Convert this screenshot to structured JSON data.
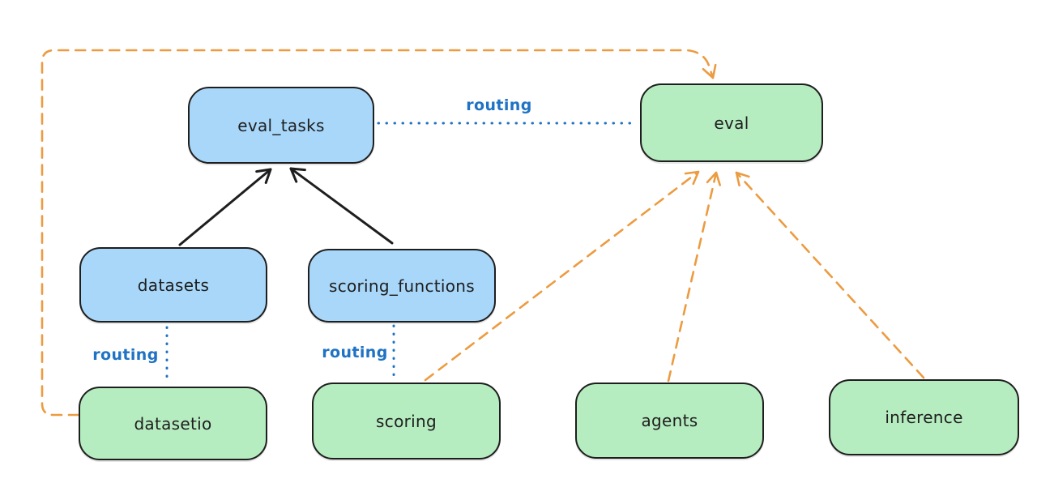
{
  "colors": {
    "background": "#ffffff",
    "stroke": "#1e1e1e",
    "blue_fill": "#a8d7fa",
    "green_fill": "#b6edc0",
    "routing_blue": "#1f72c4",
    "orange": "#ec9b40"
  },
  "nodes": [
    {
      "id": "eval_tasks",
      "label": "eval_tasks",
      "fill": "blue"
    },
    {
      "id": "eval",
      "label": "eval",
      "fill": "green"
    },
    {
      "id": "datasets",
      "label": "datasets",
      "fill": "blue"
    },
    {
      "id": "scoring_functions",
      "label": "scoring_functions",
      "fill": "blue"
    },
    {
      "id": "datasetio",
      "label": "datasetio",
      "fill": "green"
    },
    {
      "id": "scoring",
      "label": "scoring",
      "fill": "green"
    },
    {
      "id": "agents",
      "label": "agents",
      "fill": "green"
    },
    {
      "id": "inference",
      "label": "inference",
      "fill": "green"
    }
  ],
  "edges": [
    {
      "from": "datasets",
      "to": "eval_tasks",
      "style": "solid-black-arrow",
      "label": ""
    },
    {
      "from": "scoring_functions",
      "to": "eval_tasks",
      "style": "solid-black-arrow",
      "label": ""
    },
    {
      "from": "eval_tasks",
      "to": "eval",
      "style": "dotted-blue",
      "label": "routing"
    },
    {
      "from": "datasets",
      "to": "datasetio",
      "style": "dotted-blue",
      "label": "routing"
    },
    {
      "from": "scoring_functions",
      "to": "scoring",
      "style": "dotted-blue",
      "label": "routing"
    },
    {
      "from": "datasetio",
      "to": "eval",
      "style": "dashed-orange-arrow",
      "label": ""
    },
    {
      "from": "scoring",
      "to": "eval",
      "style": "dashed-orange-arrow",
      "label": ""
    },
    {
      "from": "agents",
      "to": "eval",
      "style": "dashed-orange-arrow",
      "label": ""
    },
    {
      "from": "inference",
      "to": "eval",
      "style": "dashed-orange-arrow",
      "label": ""
    }
  ],
  "edge_labels": {
    "routing_top": "routing",
    "routing_datasets_datasetio": "routing",
    "routing_scoring_functions_scoring": "routing"
  }
}
